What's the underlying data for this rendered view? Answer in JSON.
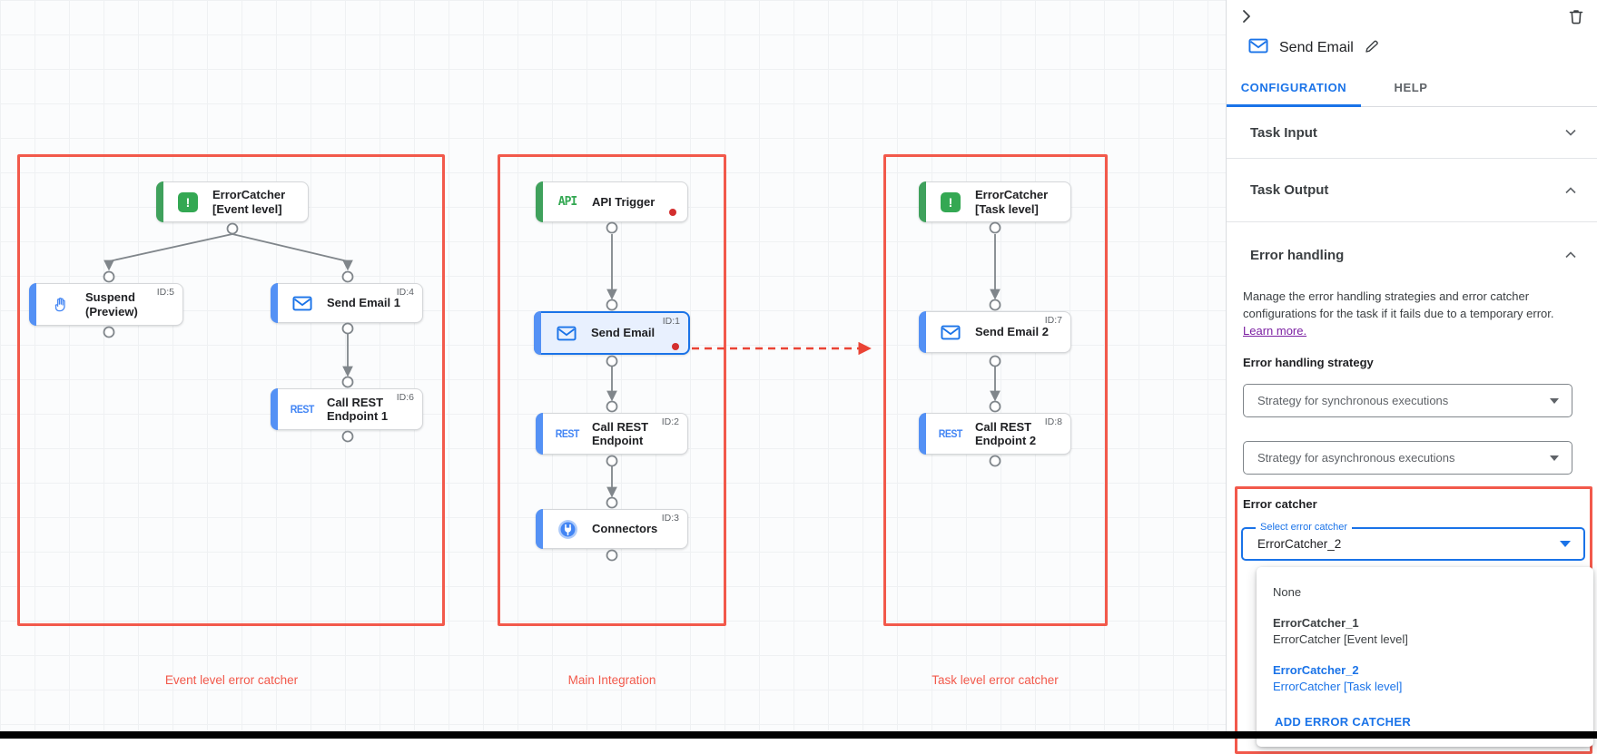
{
  "colors": {
    "accent_blue": "#1a73e8",
    "node_blue_bar": "#5491f5",
    "node_green_bar": "#34a853",
    "selected_fill": "#e8f0fe",
    "annotation_red": "#f2594b",
    "dashed_arrow_red": "#ea4335",
    "status_dot_red": "#d32f2f",
    "link_purple": "#7b1fa2"
  },
  "icons": {
    "error_glyph": "!",
    "api_glyph": "API",
    "rest_glyph": "REST"
  },
  "canvas": {
    "groups": [
      {
        "label": "Event level error catcher",
        "nodes": [
          {
            "title": "ErrorCatcher\n[Event level]",
            "id_badge": ""
          },
          {
            "title": "Suspend\n(Preview)",
            "id_badge": "ID:5"
          },
          {
            "title": "Send Email 1",
            "id_badge": "ID:4"
          },
          {
            "title": "Call REST\nEndpoint 1",
            "id_badge": "ID:6"
          }
        ]
      },
      {
        "label": "Main Integration",
        "nodes": [
          {
            "title": "API Trigger",
            "id_badge": ""
          },
          {
            "title": "Send Email",
            "id_badge": "ID:1"
          },
          {
            "title": "Call REST\nEndpoint",
            "id_badge": "ID:2"
          },
          {
            "title": "Connectors",
            "id_badge": "ID:3"
          }
        ]
      },
      {
        "label": "Task level error catcher",
        "nodes": [
          {
            "title": "ErrorCatcher\n[Task level]",
            "id_badge": ""
          },
          {
            "title": "Send Email 2",
            "id_badge": "ID:7"
          },
          {
            "title": "Call REST\nEndpoint 2",
            "id_badge": "ID:8"
          }
        ]
      }
    ]
  },
  "panel": {
    "title": "Send Email",
    "tabs": [
      {
        "label": "CONFIGURATION"
      },
      {
        "label": "HELP"
      }
    ],
    "sections": {
      "task_input": "Task Input",
      "task_output": "Task Output",
      "error_handling": "Error handling"
    },
    "error_handling": {
      "description": "Manage the error handling strategies and error catcher configurations for the task if it fails due to a temporary error.",
      "learn_more": "Learn more.",
      "strategy_label": "Error handling strategy",
      "sync_dropdown": "Strategy for synchronous executions",
      "async_dropdown": "Strategy for asynchronous executions"
    },
    "error_catcher": {
      "label": "Error catcher",
      "select_label": "Select error catcher",
      "value": "ErrorCatcher_2",
      "options": [
        {
          "name": "None",
          "desc": ""
        },
        {
          "name": "ErrorCatcher_1",
          "desc": "ErrorCatcher [Event level]"
        },
        {
          "name": "ErrorCatcher_2",
          "desc": "ErrorCatcher [Task level]"
        }
      ],
      "add_button": "ADD ERROR CATCHER"
    }
  }
}
